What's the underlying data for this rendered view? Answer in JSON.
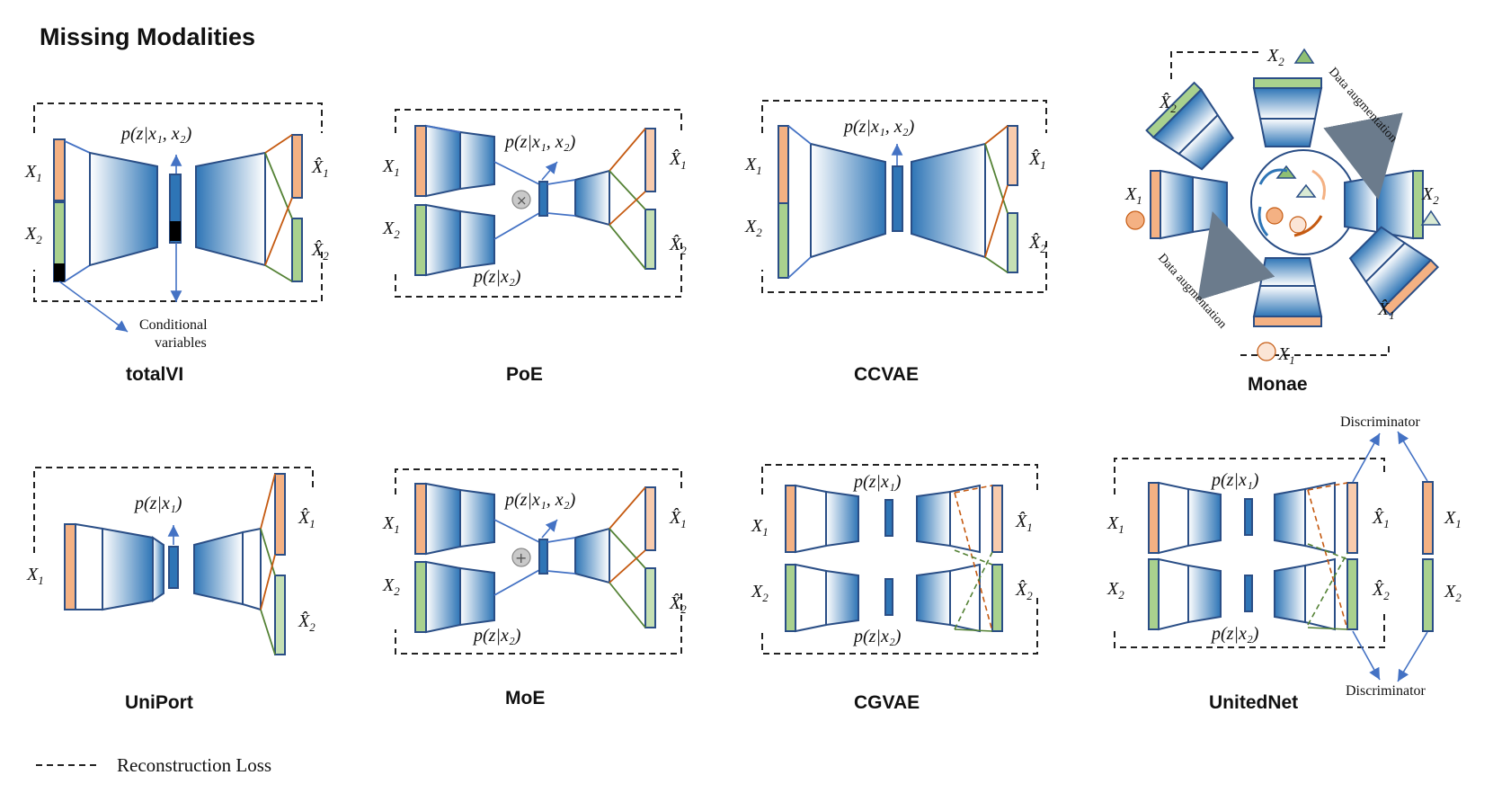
{
  "title": "Missing Modalities",
  "legend_label": "Reconstruction Loss",
  "colors": {
    "orange": "#f4b183",
    "green": "#a9d18e",
    "blue_dark": "#2e75b6",
    "blue_light": "#deebf7",
    "outline": "#2a4e86"
  },
  "panels": {
    "totalvi": {
      "caption": "totalVI",
      "x1": "X",
      "x1_sub": "1",
      "x2": "X",
      "x2_sub": "2",
      "xh1": "X̂",
      "xh1_sub": "1",
      "xh2": "X̂",
      "xh2_sub": "2",
      "latent": "p(z|x₁, x₂)",
      "note_line1": "Conditional",
      "note_line2": "variables"
    },
    "poe": {
      "caption": "PoE",
      "x1": "X",
      "x1_sub": "1",
      "x2": "X",
      "x2_sub": "2",
      "xh1": "X̂",
      "xh1_sub": "1",
      "xh2": "X̂",
      "xh2_sub": "2",
      "latent": "p(z|x₁, x₂)",
      "latent2": "p(z|x₂)"
    },
    "ccvae": {
      "caption": "CCVAE",
      "x1": "X",
      "x1_sub": "1",
      "x2": "X",
      "x2_sub": "2",
      "xh1": "X̂",
      "xh1_sub": "1",
      "xh2": "X̂",
      "xh2_sub": "2",
      "latent": "p(z|x₁, x₂)"
    },
    "monae": {
      "caption": "Monae",
      "x1": "X",
      "x1_sub": "1",
      "x2": "X",
      "x2_sub": "2",
      "xh1": "X̂",
      "xh1_sub": "1",
      "xh2": "X̂",
      "xh2_sub": "2",
      "x1b": "X",
      "x1b_sub": "1",
      "x2b": "X",
      "x2b_sub": "2",
      "aug_top": "Data augmentation",
      "aug_bottom": "Data augmentation"
    },
    "uniport": {
      "caption": "UniPort",
      "x1": "X",
      "x1_sub": "1",
      "xh1": "X̂",
      "xh1_sub": "1",
      "xh2": "X̂",
      "xh2_sub": "2",
      "latent": "p(z|x₁)"
    },
    "moe": {
      "caption": "MoE",
      "x1": "X",
      "x1_sub": "1",
      "x2": "X",
      "x2_sub": "2",
      "xh1": "X̂",
      "xh1_sub": "1",
      "xh2": "X̂",
      "xh2_sub": "2",
      "latent": "p(z|x₁, x₂)",
      "latent2": "p(z|x₂)"
    },
    "cgvae": {
      "caption": "CGVAE",
      "x1": "X",
      "x1_sub": "1",
      "x2": "X",
      "x2_sub": "2",
      "xh1": "X̂",
      "xh1_sub": "1",
      "xh2": "X̂",
      "xh2_sub": "2",
      "latent_top": "p(z|x₁)",
      "latent_bottom": "p(z|x₂)"
    },
    "unitednet": {
      "caption": "UnitedNet",
      "x1": "X",
      "x1_sub": "1",
      "x2": "X",
      "x2_sub": "2",
      "xh1": "X̂",
      "xh1_sub": "1",
      "xh2": "X̂",
      "xh2_sub": "2",
      "x1r": "X",
      "x1r_sub": "1",
      "x2r": "X",
      "x2r_sub": "2",
      "latent_top": "p(z|x₁)",
      "latent_bottom": "p(z|x₂)",
      "disc_top": "Discriminator",
      "disc_bottom": "Discriminator"
    }
  }
}
